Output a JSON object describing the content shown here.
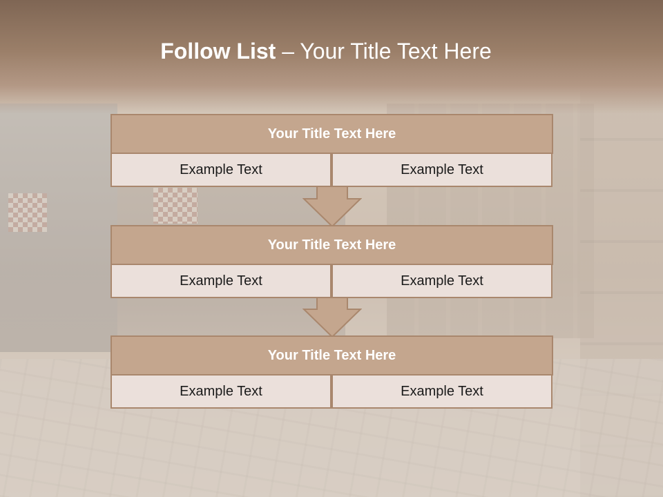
{
  "slide": {
    "title_bold": "Follow List",
    "title_rest": " – Your Title Text Here"
  },
  "rows": [
    {
      "header": "Your Title Text Here",
      "left": "Example Text",
      "right": "Example Text"
    },
    {
      "header": "Your Title Text Here",
      "left": "Example Text",
      "right": "Example Text"
    },
    {
      "header": "Your Title Text Here",
      "left": "Example Text",
      "right": "Example Text"
    }
  ],
  "colors": {
    "header_fill": "#c4a68e",
    "cell_fill": "#ebe0db",
    "border": "#a9876d",
    "title_band": "#9b7f69"
  }
}
